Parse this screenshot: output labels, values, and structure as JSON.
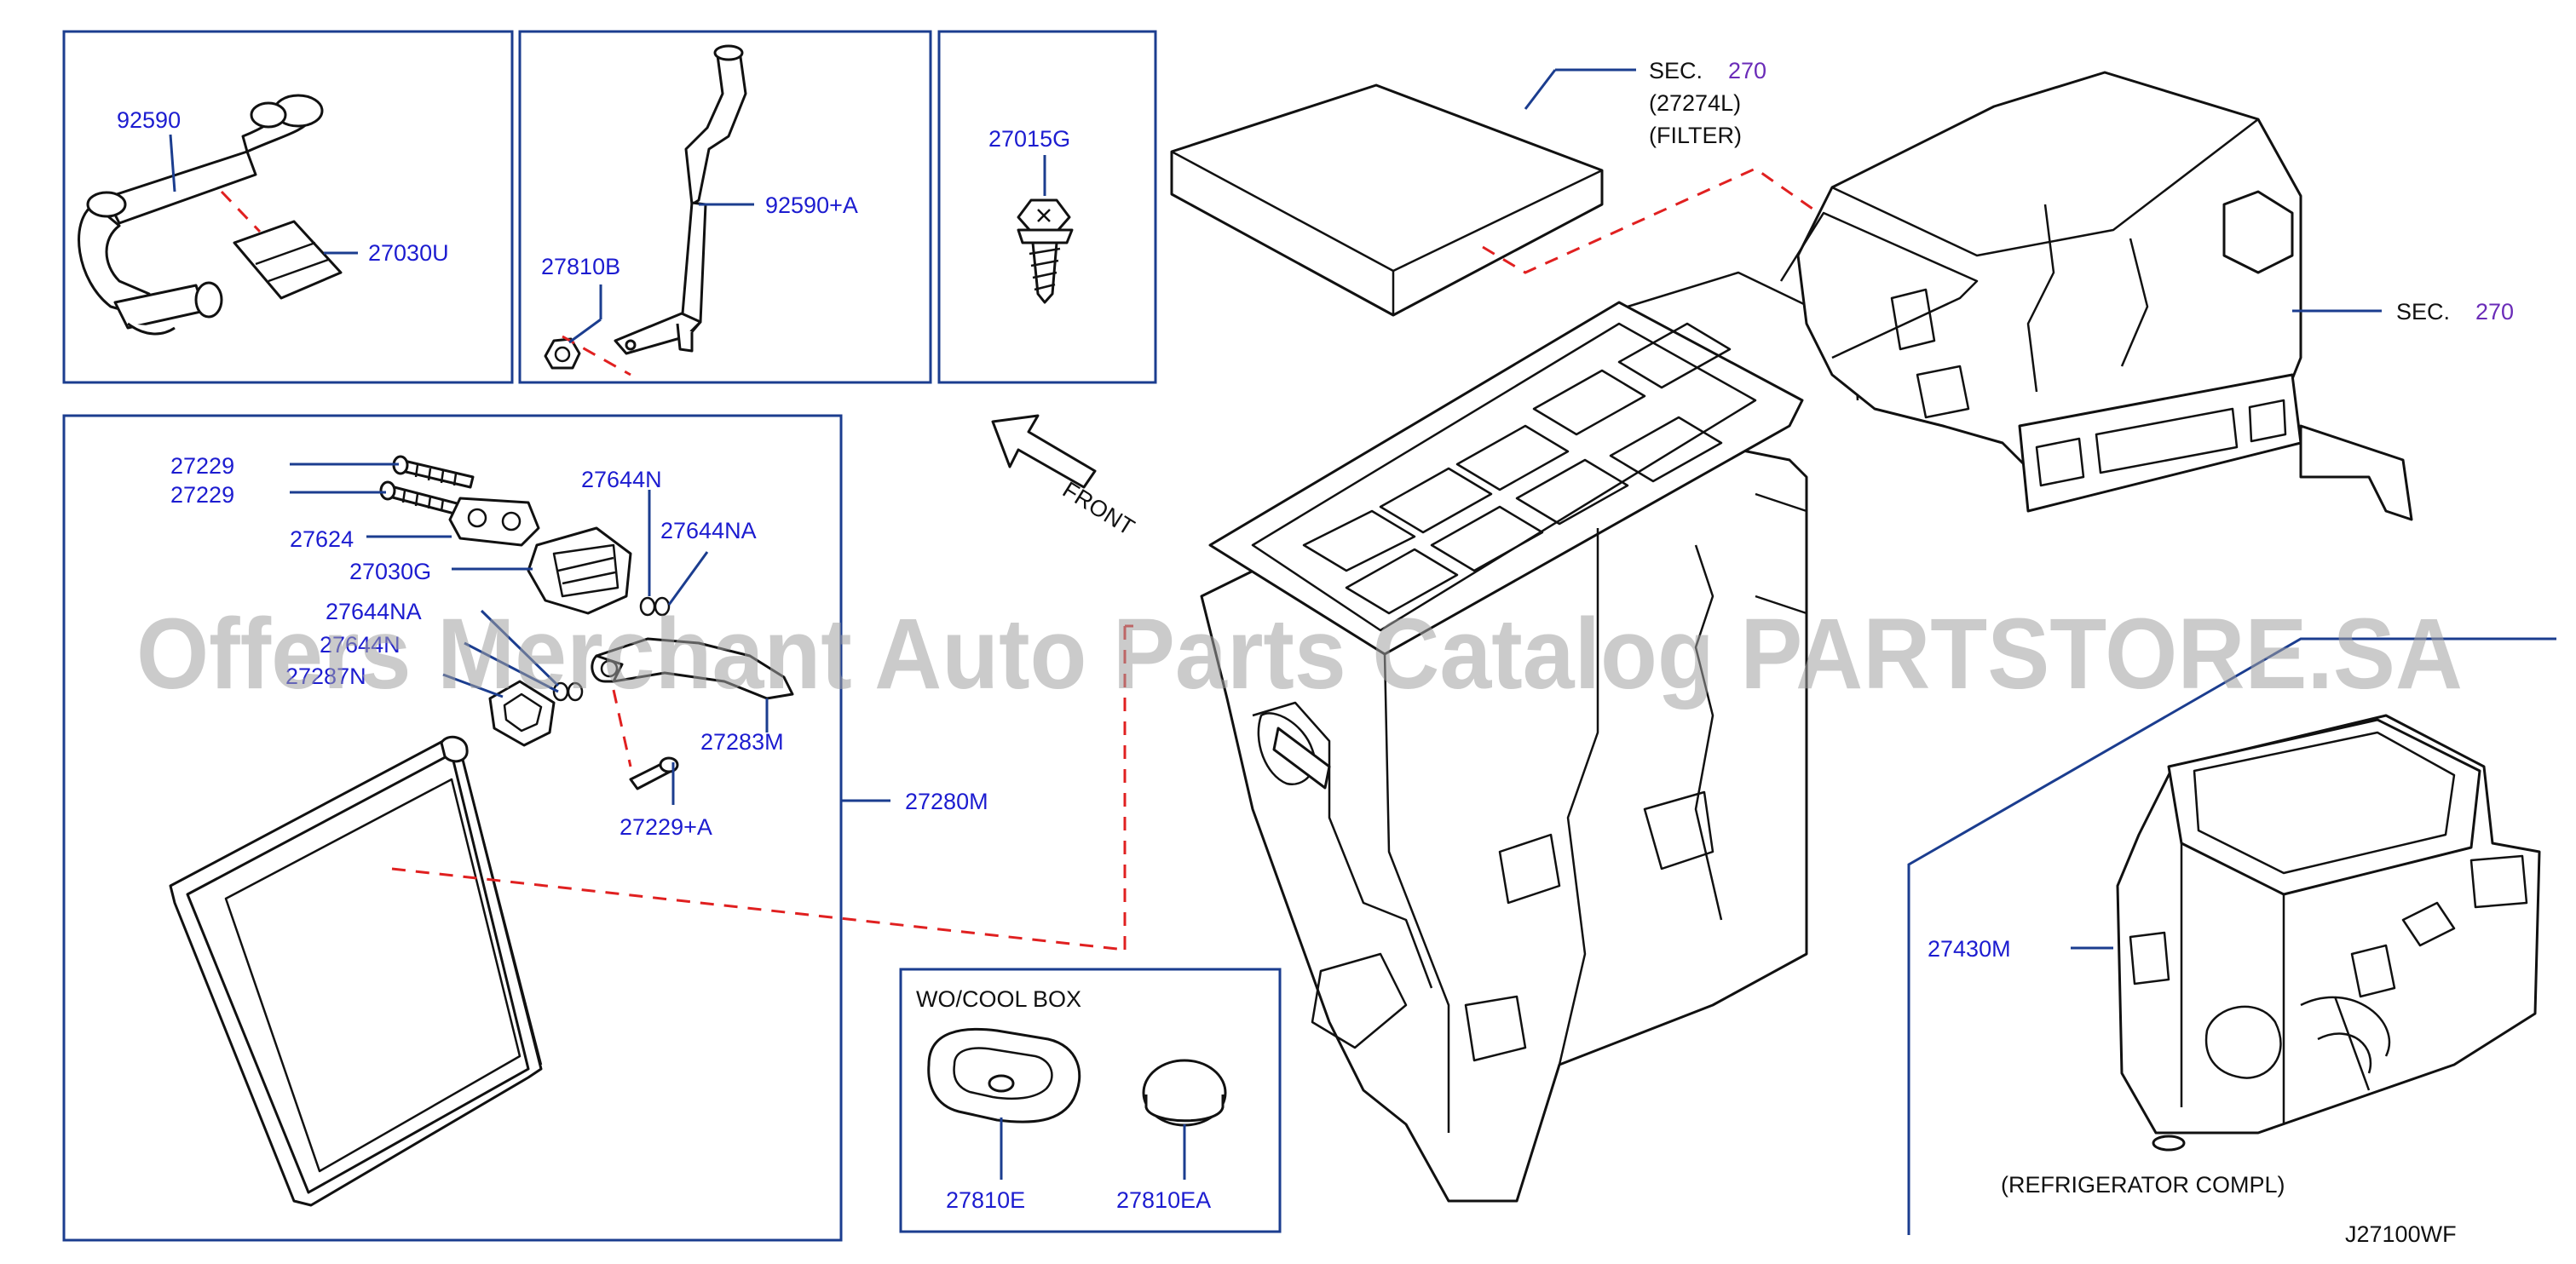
{
  "colors": {
    "part_number": "#1c1cd0",
    "section_ref": "#6a2bb8",
    "frame": "#1b3d8f",
    "dash_line": "#e02020",
    "watermark": "#a0a0a0"
  },
  "panel_a": {
    "labels": [
      "92590",
      "27030U"
    ]
  },
  "panel_b": {
    "labels": [
      "92590+A",
      "27810B"
    ]
  },
  "panel_c": {
    "labels": [
      "27015G"
    ]
  },
  "panel_d": {
    "labels": [
      "27229",
      "27229",
      "27624",
      "27644N",
      "27644NA",
      "27030G",
      "27644NA",
      "27644N",
      "27287N",
      "27283M",
      "27229+A"
    ],
    "outside_label": "27280M"
  },
  "panel_e": {
    "title": "WO/COOL   BOX",
    "labels": [
      "27810E",
      "27810EA"
    ]
  },
  "filter": {
    "sec_text": "SEC.",
    "sec_num": "270",
    "part": "(27274L)",
    "name": "(FILTER)"
  },
  "sec_right": {
    "sec_text": "SEC.",
    "sec_num": "270"
  },
  "front_label": "FRONT",
  "refrigerator": {
    "part": "27430M",
    "name": "(REFRIGERATOR   COMPL)"
  },
  "diagram_code": "J27100WF",
  "watermark": "Offers Merchant Auto Parts Catalog PARTSTORE.SA"
}
